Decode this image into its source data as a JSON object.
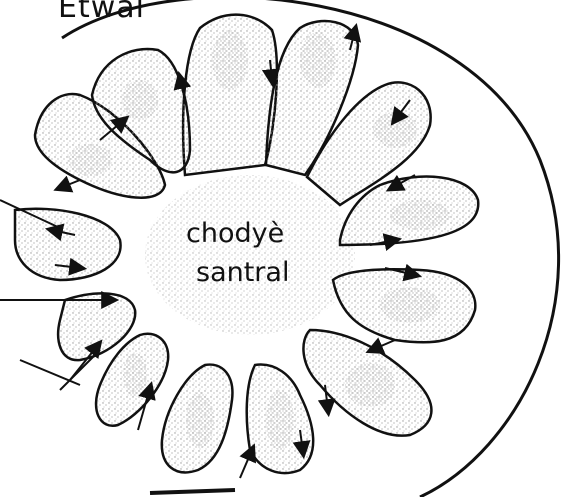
{
  "diagram": {
    "star_label": "Etwal",
    "center_label_line1": "chodyè",
    "center_label_line2": "santral",
    "colors": {
      "ink": "#111111",
      "stipple": "#9a9a9a",
      "background": "#ffffff"
    }
  }
}
